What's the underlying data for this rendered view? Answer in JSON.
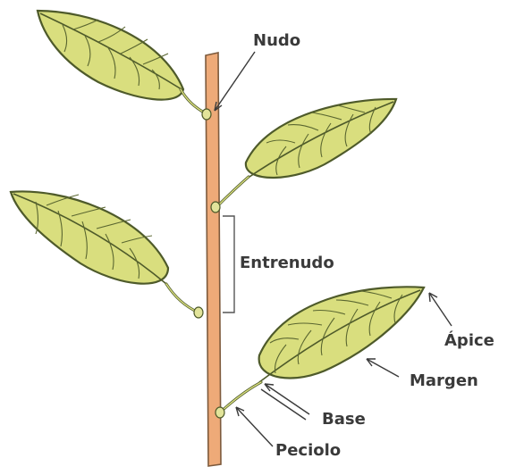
{
  "labels": {
    "nudo": "Nudo",
    "entrenudo": "Entrenudo",
    "apice": "Ápice",
    "margen": "Margen",
    "base": "Base",
    "peciolo": "Peciolo"
  },
  "colors": {
    "leaf_fill": "#d9de7e",
    "leaf_outline": "#4e5a2a",
    "stem_fill": "#eeaa78",
    "label_text": "#3a3a3a"
  }
}
